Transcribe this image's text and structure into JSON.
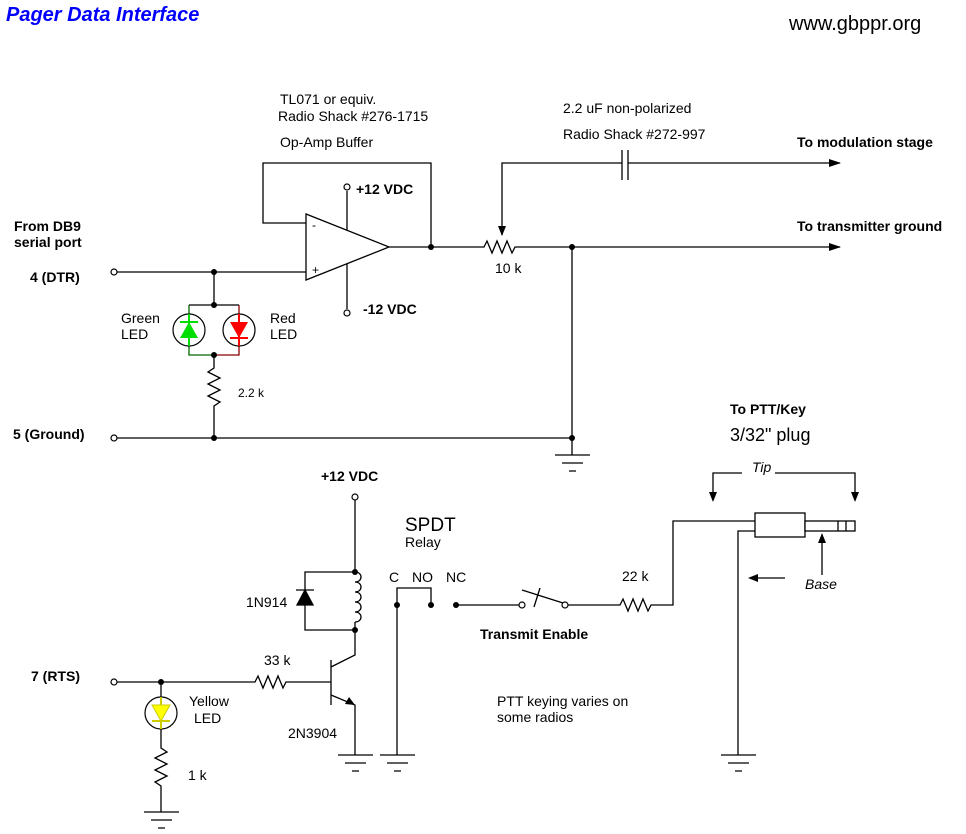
{
  "header": {
    "title": "Pager Data Interface",
    "site": "www.gbppr.org",
    "title_color": "#0000ff"
  },
  "opamp": {
    "part": "TL071 or equiv.",
    "rs_part": "Radio Shack #276-1715",
    "label": "Op-Amp Buffer",
    "minus": "-",
    "plus": "+",
    "vpos": "+12 VDC",
    "vneg": "-12 VDC"
  },
  "capacitor": {
    "value": "2.2 uF non-polarized",
    "rs_part": "Radio Shack #272-997"
  },
  "outputs": {
    "modulation": "To modulation stage",
    "tx_ground": "To transmitter ground"
  },
  "pot": {
    "value": "10 k"
  },
  "serial": {
    "from1": "From DB9",
    "from2": "serial port",
    "dtr": "4 (DTR)",
    "ground": "5 (Ground)",
    "rts": "7 (RTS)"
  },
  "leds": {
    "green1": "Green",
    "green2": "LED",
    "red1": "Red",
    "red2": "LED",
    "yellow1": "Yellow",
    "yellow2": "LED",
    "green_color": "#00dd00",
    "red_color": "#ff0000",
    "yellow_color": "#ffff00"
  },
  "resistors": {
    "r_led": "2.2 k",
    "r_base": "33 k",
    "r_yellow": "1 k",
    "r_ptt": "22 k"
  },
  "relay": {
    "vcc": "+12 VDC",
    "type": "SPDT",
    "label": "Relay",
    "c": "C",
    "no": "NO",
    "nc": "NC",
    "diode": "1N914",
    "transistor": "2N3904"
  },
  "switch": {
    "label": "Transmit Enable"
  },
  "note": {
    "line1": "PTT keying varies on",
    "line2": "some radios"
  },
  "plug": {
    "title": "To PTT/Key",
    "size": "3/32\" plug",
    "tip": "Tip",
    "base": "Base"
  }
}
